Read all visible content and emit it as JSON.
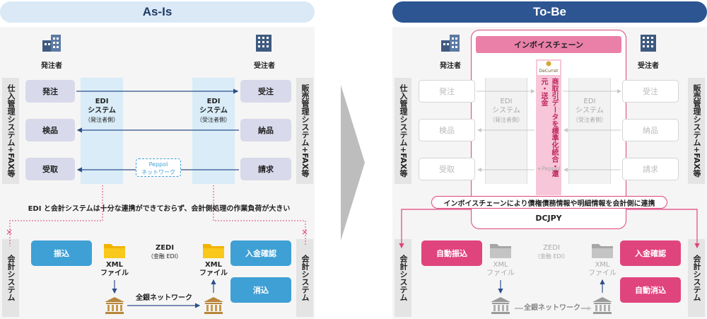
{
  "colors": {
    "asis_header": "#dbe9f6",
    "tobe_header": "#2c5591",
    "pink": "#e0447d",
    "blue_box": "#3fa0d5",
    "edi_col": "#d9ecf8",
    "order_box": "#d8d9ea"
  },
  "asis": {
    "title": "As-Is",
    "orderer": "発注者",
    "receiver": "受注者",
    "left_side": "仕入管理システム+FAX等",
    "right_side": "販売管理システム+FAX等",
    "left_boxes": [
      "発注",
      "検品",
      "受取"
    ],
    "right_boxes": [
      "受注",
      "納品",
      "請求"
    ],
    "edi_left": {
      "title": "EDI",
      "title2": "システム",
      "sub": "（発注者側）"
    },
    "edi_right": {
      "title": "EDI",
      "title2": "システム",
      "sub": "（受注者側）"
    },
    "peppol": {
      "line1": "Peppol",
      "line2": "ネットワーク"
    },
    "note": "EDI と会計システムは十分な連携ができておらず、会計側処理の作業負荷が大きい",
    "left_account": "会計システム",
    "right_account": "会計システム",
    "furikomi": "振込",
    "nyukin": "入金確認",
    "keshikomi": "消込",
    "xml_left": {
      "line1": "XML",
      "line2": "ファイル"
    },
    "xml_right": {
      "line1": "XML",
      "line2": "ファイル"
    },
    "zedi": {
      "title": "ZEDI",
      "sub": "（金融 EDI）"
    },
    "network": "全銀ネットワーク"
  },
  "tobe": {
    "title": "To-Be",
    "orderer": "発注者",
    "receiver": "受注者",
    "left_side": "仕入管理システム+FAX等",
    "right_side": "販売管理システム+FAX等",
    "left_boxes": [
      "発注",
      "検品",
      "受取"
    ],
    "right_boxes": [
      "受注",
      "納品",
      "請求"
    ],
    "edi_left": {
      "title": "EDI",
      "title2": "システム",
      "sub": "（発注者側）"
    },
    "edi_right": {
      "title": "EDI",
      "title2": "システム",
      "sub": "（受注者側）"
    },
    "invoice_chain": "インボイスチェーン",
    "logo_text": "DeCurret",
    "vertical_text": "商取引データを標準化統合・還元・送金",
    "peppol": "+Peppol",
    "banner": "インボイスチェーンにより債権債務情報や明細情報を会計側に連携",
    "dcjpy": "DCJPY",
    "left_account": "会計システム",
    "right_account": "会計システム",
    "auto_furikomi": "自動振込",
    "nyukin": "入金確認",
    "auto_keshikomi": "自動消込",
    "xml_left": {
      "line1": "XML",
      "line2": "ファイル"
    },
    "xml_right": {
      "line1": "XML",
      "line2": "ファイル"
    },
    "zedi": {
      "title": "ZEDI",
      "sub": "（金融 EDI）"
    },
    "network": "全銀ネットワーク"
  }
}
